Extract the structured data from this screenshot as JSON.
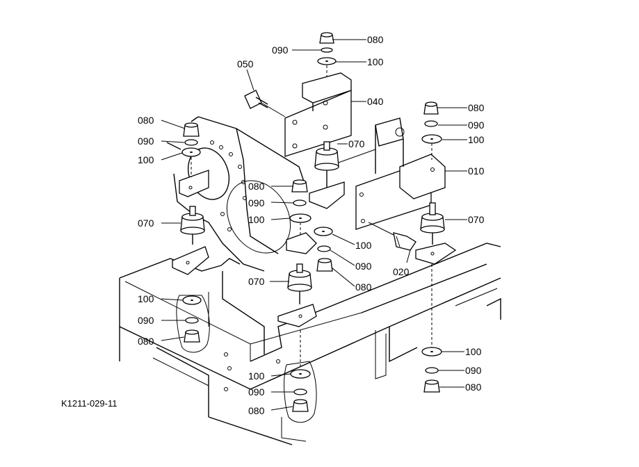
{
  "diagram": {
    "ref_code": "K1211-029-11",
    "part_labels": {
      "p010": "010",
      "p020": "020",
      "p040": "040",
      "p050": "050",
      "p070": "070",
      "p080": "080",
      "p090": "090",
      "p100": "100"
    }
  }
}
